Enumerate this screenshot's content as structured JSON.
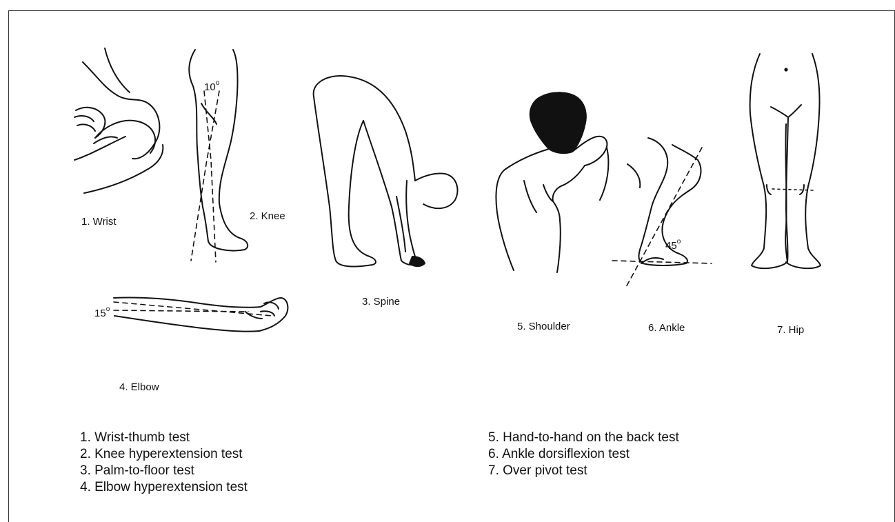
{
  "figure_labels": {
    "wrist": "1. Wrist",
    "knee": "2. Knee",
    "spine": "3. Spine",
    "elbow": "4. Elbow",
    "shoulder": "5. Shoulder",
    "ankle": "6. Ankle",
    "hip": "7. Hip"
  },
  "angle_labels": {
    "knee": {
      "value": "10",
      "symbol": "o"
    },
    "elbow": {
      "value": "15",
      "symbol": "o"
    },
    "ankle": {
      "value": "45",
      "symbol": "o"
    }
  },
  "legend": {
    "left": [
      "1. Wrist-thumb test",
      "2. Knee hyperextension test",
      "3. Palm-to-floor test",
      "4. Elbow hyperextension test"
    ],
    "right": [
      "5. Hand-to-hand on the back test",
      "6. Ankle dorsiflexion test",
      "7. Over pivot test"
    ]
  },
  "colors": {
    "line": "#111111",
    "background": "#ffffff"
  }
}
